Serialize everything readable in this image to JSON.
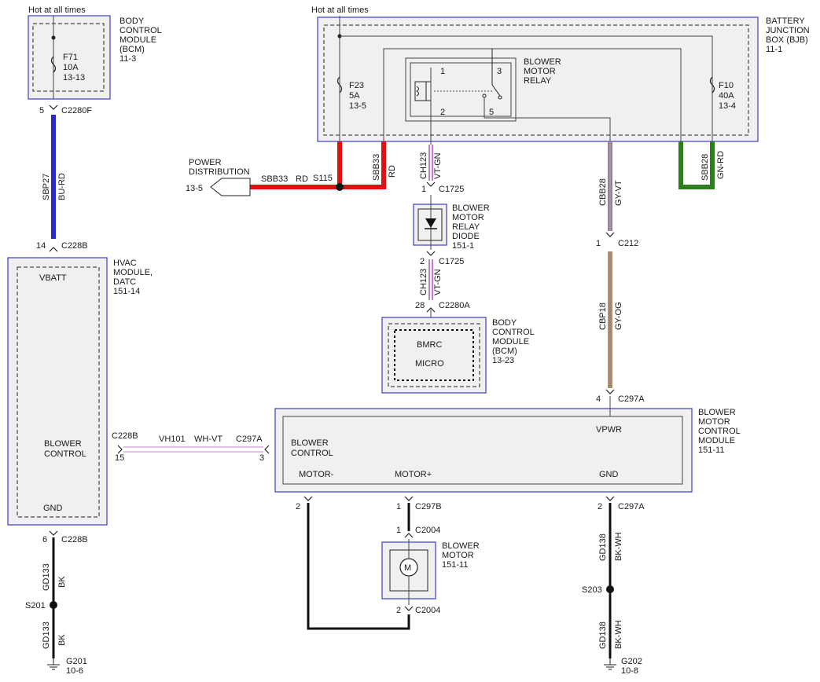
{
  "notes": {
    "hot_left": "Hot at all times",
    "hot_right": "Hot at all times"
  },
  "bcm_top": {
    "lines": [
      "BODY",
      "CONTROL",
      "MODULE",
      "(BCM)",
      "11-3"
    ],
    "fuse": [
      "F71",
      "10A",
      "13-13"
    ]
  },
  "bjb": {
    "lines": [
      "BATTERY",
      "JUNCTION",
      "BOX (BJB)",
      "11-1"
    ],
    "f23": [
      "F23",
      "5A",
      "13-5"
    ],
    "f10": [
      "F10",
      "40A",
      "13-4"
    ],
    "relay": [
      "BLOWER",
      "MOTOR",
      "RELAY"
    ],
    "relay_pins": {
      "p1": "1",
      "p2": "2",
      "p3": "3",
      "p5": "5"
    }
  },
  "power_dist": {
    "lines": [
      "POWER",
      "DISTRIBUTION"
    ],
    "ref": "13-5",
    "wire": "SBB33",
    "color": "RD",
    "splice": "S115"
  },
  "wires": {
    "sbp27": {
      "circuit": "SBP27",
      "color": "BU-RD"
    },
    "sbb33": {
      "circuit": "SBB33",
      "color": "RD"
    },
    "ch123_top": {
      "circuit": "CH123",
      "color": "VT-GN"
    },
    "ch123_bot": {
      "circuit": "CH123",
      "color": "VT-GN"
    },
    "cbb28": {
      "circuit": "CBB28",
      "color": "GY-VT"
    },
    "sbb28": {
      "circuit": "SBB28",
      "color": "GN-RD"
    },
    "cbp18": {
      "circuit": "CBP18",
      "color": "GY-OG"
    },
    "vh101": {
      "circuit": "VH101",
      "color": "WH-VT"
    },
    "gd133_top": {
      "circuit": "GD133",
      "color": "BK"
    },
    "gd133_bot": {
      "circuit": "GD133",
      "color": "BK"
    },
    "gd138_top": {
      "circuit": "GD138",
      "color": "BK-WH"
    },
    "gd138_bot": {
      "circuit": "GD138",
      "color": "BK-WH"
    }
  },
  "connectors": {
    "c2280f": {
      "pin": "5",
      "name": "C2280F"
    },
    "c228b_top": {
      "pin": "14",
      "name": "C228B"
    },
    "c228b_side": {
      "pin": "15",
      "name": "C228B"
    },
    "c228b_bot": {
      "pin": "6",
      "name": "C228B"
    },
    "c1725_top": {
      "pin": "1",
      "name": "C1725"
    },
    "c1725_bot": {
      "pin": "2",
      "name": "C1725"
    },
    "c2280a": {
      "pin": "28",
      "name": "C2280A"
    },
    "c212": {
      "pin": "1",
      "name": "C212"
    },
    "c297a_top": {
      "pin": "4",
      "name": "C297A"
    },
    "c297a_side": {
      "pin": "3",
      "name": "C297A"
    },
    "c297a_gnd": {
      "pin": "2",
      "name": "C297A"
    },
    "c297b": {
      "pin": "1",
      "name": "C297B"
    },
    "motor_minus_pin": {
      "pin": "2"
    },
    "c2004_top": {
      "pin": "1",
      "name": "C2004"
    },
    "c2004_bot": {
      "pin": "2",
      "name": "C2004"
    }
  },
  "diode": {
    "lines": [
      "BLOWER",
      "MOTOR",
      "RELAY",
      "DIODE",
      "151-1"
    ]
  },
  "bcm_mid": {
    "lines": [
      "BODY",
      "CONTROL",
      "MODULE",
      "(BCM)",
      "13-23"
    ],
    "inner1": "BMRC",
    "inner2": "MICRO"
  },
  "hvac": {
    "lines": [
      "HVAC",
      "MODULE,",
      "DATC",
      "151-14"
    ],
    "vbatt": "VBATT",
    "blower1": "BLOWER",
    "blower2": "CONTROL",
    "gnd": "GND"
  },
  "bmcm": {
    "lines": [
      "BLOWER",
      "MOTOR",
      "CONTROL",
      "MODULE",
      "151-11"
    ],
    "blower1": "BLOWER",
    "blower2": "CONTROL",
    "motor_minus": "MOTOR-",
    "motor_plus": "MOTOR+",
    "vpwr": "VPWR",
    "gnd": "GND"
  },
  "motor": {
    "lines": [
      "BLOWER",
      "MOTOR",
      "151-11"
    ],
    "symbol": "M"
  },
  "splices": {
    "s201": "S201",
    "s203": "S203"
  },
  "grounds": {
    "g201": {
      "name": "G201",
      "ref": "10-6"
    },
    "g202": {
      "name": "G202",
      "ref": "10-8"
    }
  },
  "colors": {
    "blue": "#2a2ac0",
    "red": "#e01010",
    "violet": "#c080c8",
    "gray": "#8a8a8a",
    "green": "#2e7d1e",
    "tan": "#b89060",
    "black": "#111111",
    "border": "#3b3bc8"
  }
}
